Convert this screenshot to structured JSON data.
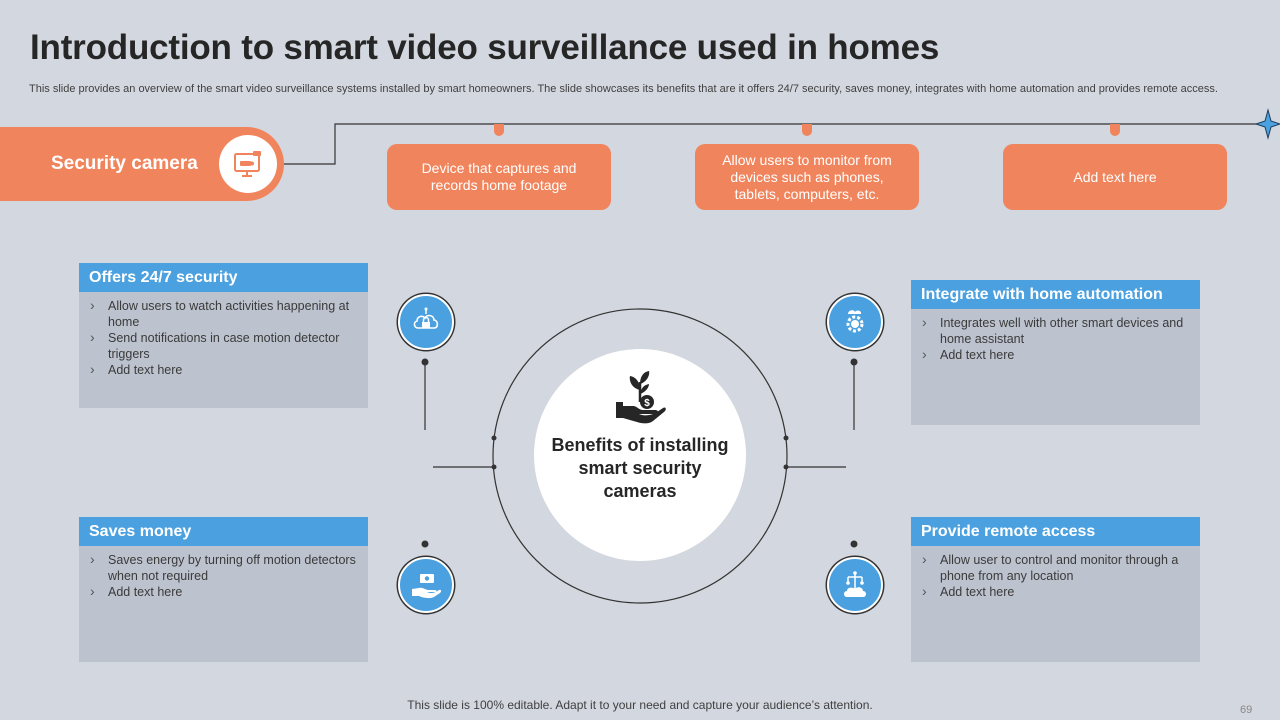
{
  "slide": {
    "title": "Introduction to smart video surveillance used in homes",
    "description": "This slide provides an overview of the smart video surveillance systems installed by smart homeowners. The slide showcases its benefits that are it offers 24/7 security, saves money, integrates with home automation and provides remote access.",
    "footer": "This slide is 100% editable. Adapt it to your need and capture your audience’s attention.",
    "page_number": "69"
  },
  "security_camera": {
    "label": "Security camera",
    "icon": "cctv-monitor-icon"
  },
  "top_boxes": [
    {
      "text": "Device that captures and records home footage"
    },
    {
      "text": "Allow users to monitor from devices such as phones, tablets, computers, etc."
    },
    {
      "text": "Add text here"
    }
  ],
  "center": {
    "text": "Benefits of installing smart security cameras",
    "icon": "money-plant-hand-icon"
  },
  "cards": {
    "security": {
      "title": "Offers 24/7 security",
      "items": [
        "Allow users to watch activities happening at home",
        "Send notifications in case motion detector triggers",
        "Add text here"
      ],
      "icon": "cloud-lock-icon"
    },
    "automation": {
      "title": "Integrate with home automation",
      "items": [
        "Integrates well with other smart devices and home assistant",
        "Add text here"
      ],
      "icon": "gear-cloud-icon"
    },
    "money": {
      "title": "Saves money",
      "items": [
        "Saves energy by turning off motion detectors when not required",
        "Add text here"
      ],
      "icon": "hand-money-icon"
    },
    "remote": {
      "title": "Provide remote access",
      "items": [
        "Allow user to control and monitor through a phone from any location",
        "Add text here"
      ],
      "icon": "cloud-network-icon"
    }
  },
  "colors": {
    "background": "#d3d7df",
    "orange": "#f0845c",
    "blue": "#4ba1e0",
    "card": "#bdc3ce"
  }
}
